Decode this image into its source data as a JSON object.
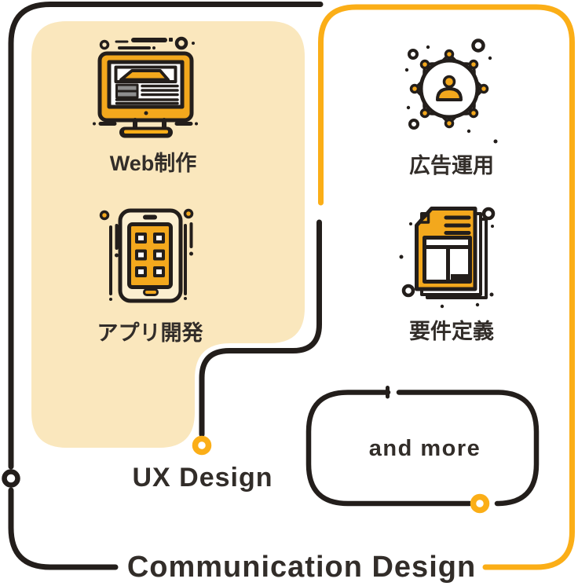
{
  "colors": {
    "accent": "#FBAE17",
    "icon_yellow": "#F3A81D",
    "cream": "#FAE7BD",
    "cream_light": "#FCEFD0",
    "ink": "#231E1B",
    "text": "#322D29",
    "paper": "#FFFFFF",
    "gray": "#8E8E8E"
  },
  "diagram": {
    "left_panel": {
      "items": [
        {
          "label": "Web制作",
          "icon": "desktop-monitor-icon"
        },
        {
          "label": "アプリ開発",
          "icon": "smartphone-icon"
        }
      ],
      "caption": "UX Design"
    },
    "right_group": {
      "items": [
        {
          "label": "広告運用",
          "icon": "network-people-icon"
        },
        {
          "label": "要件定義",
          "icon": "requirements-document-icon"
        }
      ],
      "more_label": "and more"
    },
    "bottom_caption": "Communication Design"
  }
}
